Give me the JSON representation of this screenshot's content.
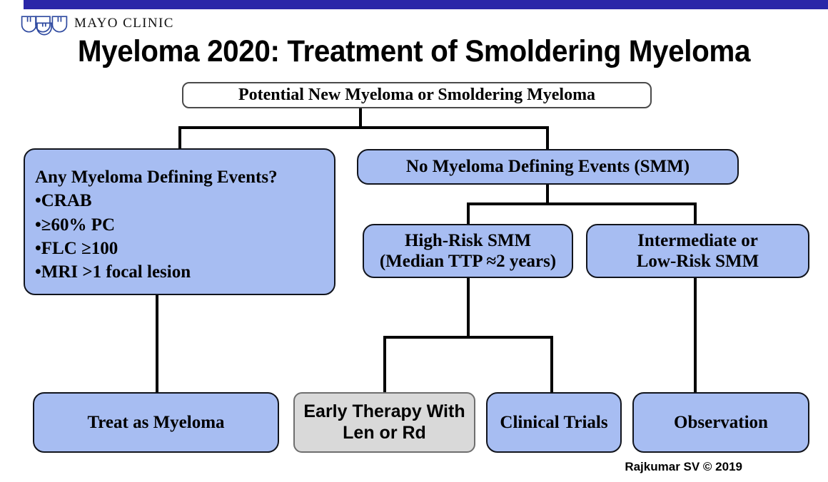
{
  "slide": {
    "title": "Myeloma 2020: Treatment of Smoldering Myeloma",
    "credit": "Rajkumar SV © 2019",
    "header_bar_color": "#2a27a8",
    "background_color": "#ffffff"
  },
  "brand": {
    "wordmark": "MAYO CLINIC",
    "logo_icon": "mayo-three-shields-icon",
    "logo_color": "#2f4aa0"
  },
  "flow": {
    "box_fill_blue": "#a7bdf2",
    "box_fill_gray": "#d9d9d9",
    "box_fill_white": "#ffffff",
    "connector_color": "#000000",
    "nodes": {
      "root": {
        "label": "Potential New Myeloma or Smoldering Myeloma",
        "style": "white"
      },
      "mde": {
        "heading": "Any Myeloma Defining Events?",
        "bullets": [
          "•CRAB",
          "•≥60% PC",
          "•FLC ≥100",
          "•MRI >1 focal lesion"
        ],
        "style": "blue"
      },
      "no_mde": {
        "label": "No Myeloma Defining Events (SMM)",
        "style": "blue"
      },
      "high_risk": {
        "line1": "High-Risk SMM",
        "line2": "(Median TTP ≈2 years)",
        "style": "blue"
      },
      "int_low_risk": {
        "line1": "Intermediate or",
        "line2": "Low-Risk SMM",
        "style": "blue"
      },
      "treat": {
        "label": "Treat as Myeloma",
        "style": "blue"
      },
      "early_therapy": {
        "line1": "Early Therapy With",
        "line2": "Len or Rd",
        "style": "gray"
      },
      "clinical_trials": {
        "label": "Clinical Trials",
        "style": "blue"
      },
      "observation": {
        "label": "Observation",
        "style": "blue"
      }
    }
  }
}
